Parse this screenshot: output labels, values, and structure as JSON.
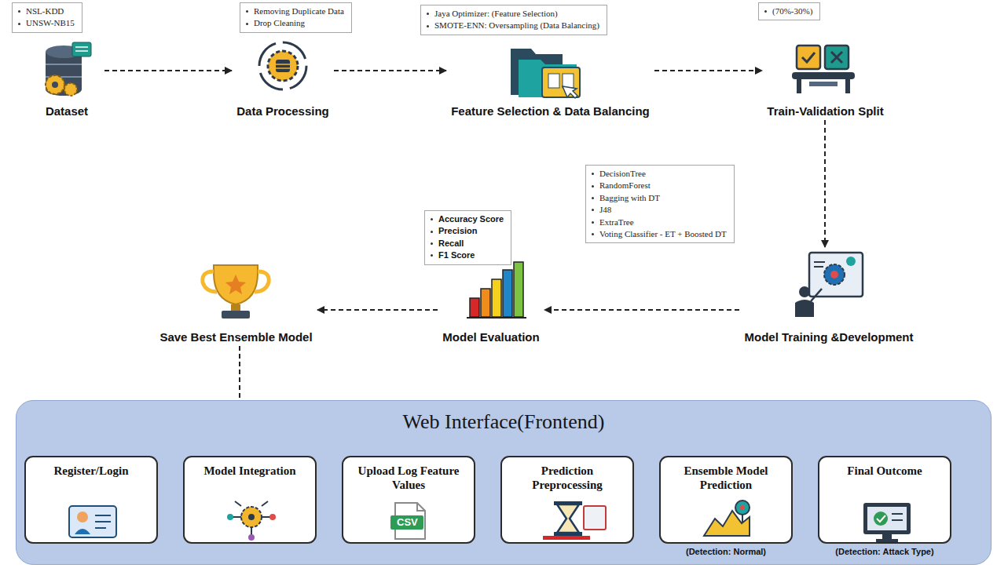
{
  "diagram": {
    "nodes": [
      {
        "text": [
          "NSL-KDD",
          "UNSW-NB15"
        ]
      },
      {
        "text": [
          "Dataset"
        ]
      },
      {
        "text": [
          "Removing Duplicate Data",
          "Drop Cleaning"
        ]
      },
      {
        "text": [
          "Data Processing"
        ]
      },
      {
        "text": [
          "Jaya Optimizer: (Feature Selection)",
          "SMOTE-ENN: Oversampling (Data Balancing)"
        ]
      },
      {
        "text": [
          "Feature Selection & Data Balancing"
        ]
      },
      {
        "text": [
          "(70%-30%)"
        ]
      },
      {
        "text": [
          "Train-Validation Split"
        ]
      },
      {
        "text": [
          "DecisionTree",
          "RandomForest",
          "Bagging with DT",
          "J48",
          "ExtraTree",
          "Voting Classifier - ET + Boosted DT"
        ]
      },
      {
        "text": [
          "Model Training &Development"
        ]
      },
      {
        "text": [
          "Accuracy Score",
          "Precision",
          "Recall",
          "F1 Score"
        ]
      },
      {
        "text": [
          "Model Evaluation"
        ]
      },
      {
        "text": [
          "Save Best Ensemble Model"
        ]
      },
      {
        "text": [
          "Web Interface(Frontend)"
        ]
      },
      {
        "text": [
          "Register/Login"
        ],
        "in": 13
      },
      {
        "text": [
          "Model Integration"
        ],
        "in": 13
      },
      {
        "text": [
          "Upload Log Feature Values"
        ],
        "in": 13
      },
      {
        "text": [
          "Prediction Preprocessing"
        ],
        "in": 13
      },
      {
        "text": [
          "Ensemble Model Prediction"
        ],
        "in": 13
      },
      {
        "text": [
          "Final Outcome"
        ],
        "in": 13
      }
    ],
    "edges": [
      {
        "from": 1,
        "to": 3,
        "arrow": "to"
      },
      {
        "from": 3,
        "to": 5,
        "arrow": "to"
      },
      {
        "from": 5,
        "to": 7,
        "arrow": "to"
      },
      {
        "from": 7,
        "to": 9,
        "arrow": "to"
      },
      {
        "from": 9,
        "to": 11,
        "arrow": "to"
      },
      {
        "from": 11,
        "to": 12,
        "arrow": "to"
      },
      {
        "from": 12,
        "to": 15,
        "arrow": "to"
      },
      {
        "from": 14,
        "to": 15,
        "arrow": "to"
      },
      {
        "from": 15,
        "to": 16,
        "arrow": "to"
      },
      {
        "from": 16,
        "to": 17,
        "arrow": "to"
      },
      {
        "from": 17,
        "to": 18,
        "arrow": "to"
      },
      {
        "from": 18,
        "to": 19,
        "arrow": "to"
      }
    ],
    "labels": [
      "CSV",
      "(Detection: Normal)",
      "(Detection: Attack Type)"
    ]
  }
}
